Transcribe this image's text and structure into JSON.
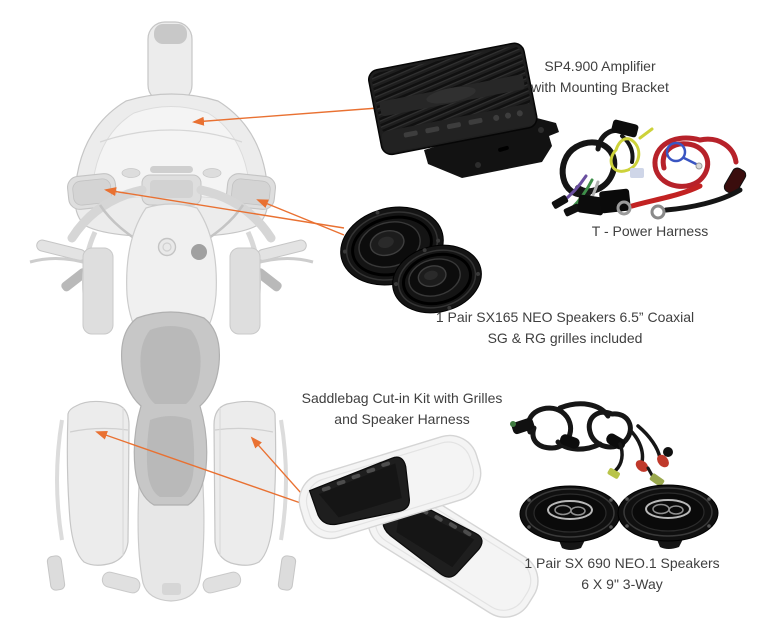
{
  "diagram": {
    "subject": "motorcycle audio kit callout diagram",
    "colors": {
      "arrow": "#E97132",
      "silhouette_fill": "#ECECEC",
      "silhouette_outline": "#C6C6C6",
      "label_text": "#3F3F3F"
    },
    "labels": {
      "amplifier": {
        "line1": "SP4.900 Amplifier",
        "line2": "with Mounting Bracket"
      },
      "t_power_harness": {
        "line1": "T - Power Harness"
      },
      "sx165_speakers": {
        "line1": "1 Pair SX165 NEO Speakers 6.5” Coaxial",
        "line2": "SG & RG grilles included"
      },
      "saddlebag_kit": {
        "line1": "Saddlebag Cut-in Kit with Grilles",
        "line2": "and Speaker Harness"
      },
      "sx690_speakers": {
        "line1": "1 Pair SX 690 NEO.1 Speakers",
        "line2": "6 X 9\" 3-Way"
      }
    }
  }
}
